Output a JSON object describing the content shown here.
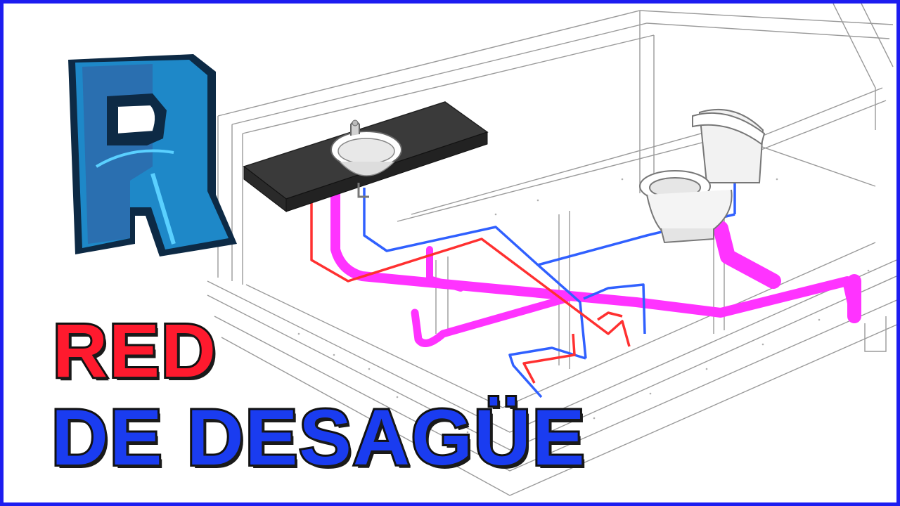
{
  "title": {
    "line1": "RED",
    "line2": "DE DESAGÜE",
    "line1_color": "#ff1a2e",
    "line2_color": "#1a3cf0",
    "outline_color": "#111111"
  },
  "logo": {
    "icon": "revit-logo-icon",
    "letter": "R",
    "color": "#1e88c8"
  },
  "colors": {
    "frame": "#1d1df0",
    "drain_pipe": "#ff33ff",
    "hot_water_pipe": "#ff3030",
    "cold_water_pipe": "#3060ff",
    "structure_lines": "#9a9a9a"
  },
  "scene": {
    "fixtures": [
      "sink-icon",
      "toilet-icon"
    ]
  }
}
